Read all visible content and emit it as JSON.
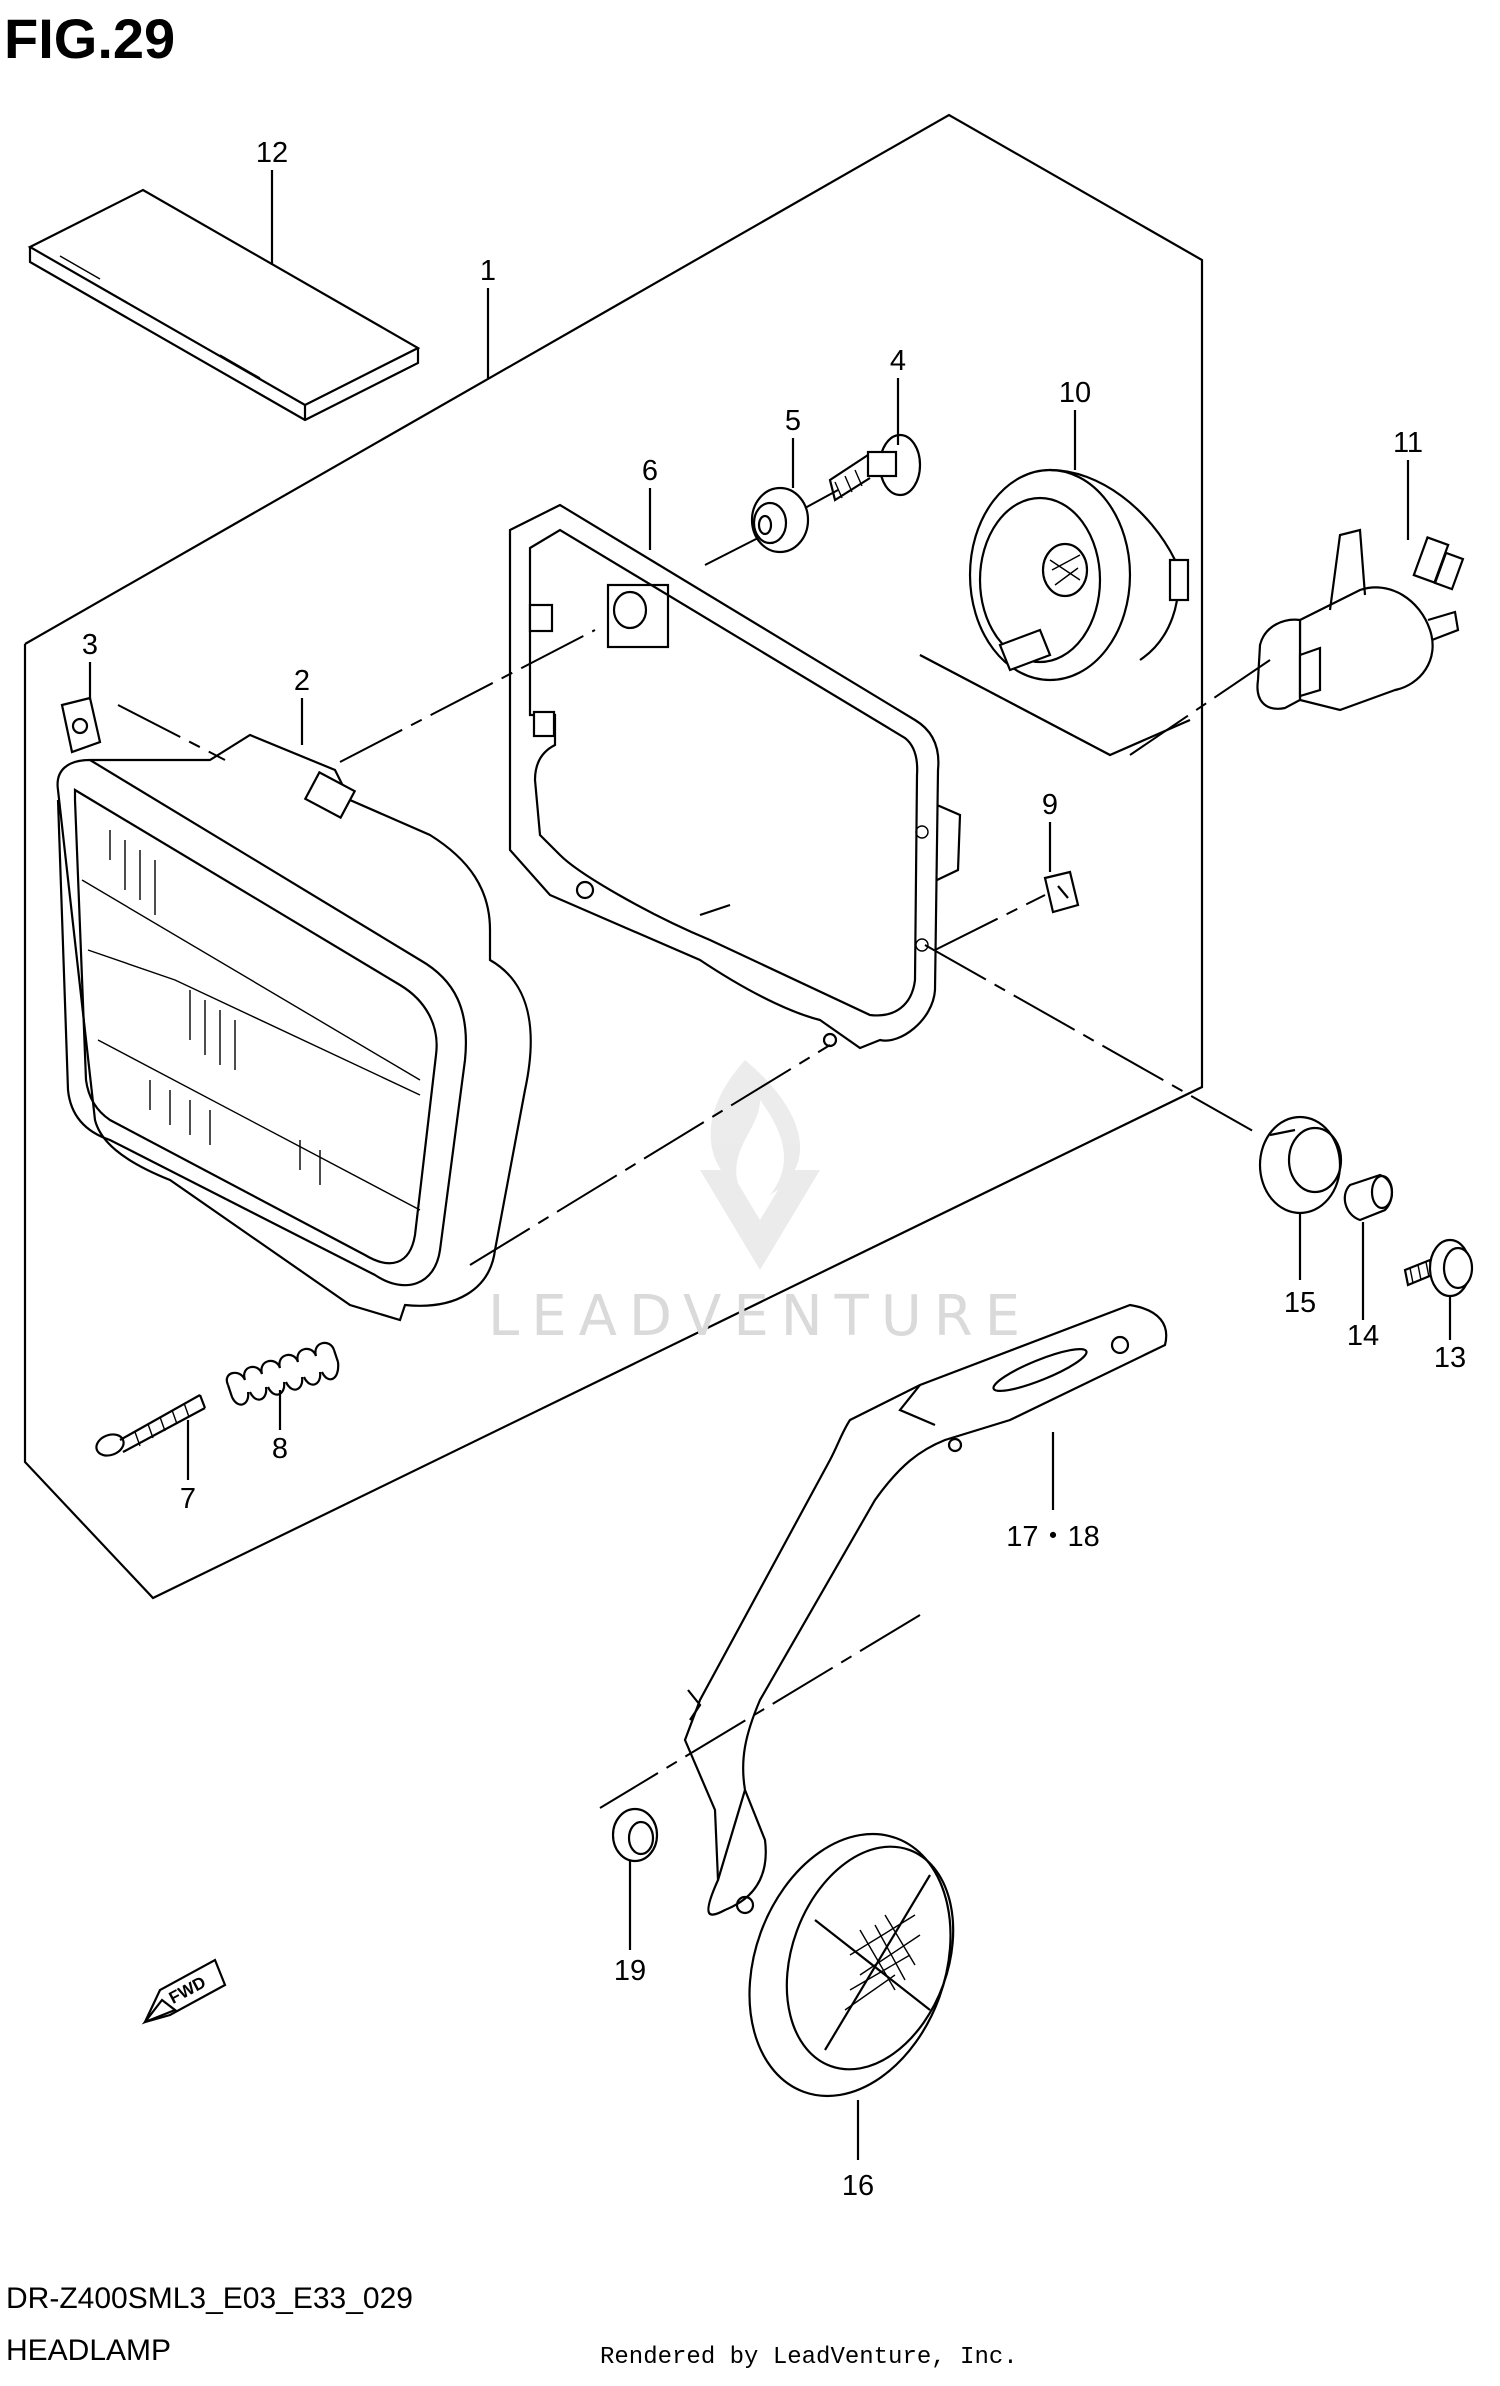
{
  "figure": {
    "title": "FIG.29",
    "model_code": "DR-Z400SML3_E03_E33_029",
    "name": "HEADLAMP",
    "rendered_by": "Rendered by LeadVenture, Inc."
  },
  "watermark": {
    "text": "LEADVENTURE"
  },
  "fwd_label": "FWD",
  "callouts": [
    {
      "id": "c1",
      "label": "1"
    },
    {
      "id": "c2",
      "label": "2"
    },
    {
      "id": "c3",
      "label": "3"
    },
    {
      "id": "c4",
      "label": "4"
    },
    {
      "id": "c5",
      "label": "5"
    },
    {
      "id": "c6",
      "label": "6"
    },
    {
      "id": "c7",
      "label": "7"
    },
    {
      "id": "c8",
      "label": "8"
    },
    {
      "id": "c9",
      "label": "9"
    },
    {
      "id": "c10",
      "label": "10"
    },
    {
      "id": "c11",
      "label": "11"
    },
    {
      "id": "c12",
      "label": "12"
    },
    {
      "id": "c13",
      "label": "13"
    },
    {
      "id": "c14",
      "label": "14"
    },
    {
      "id": "c15",
      "label": "15"
    },
    {
      "id": "c16",
      "label": "16"
    },
    {
      "id": "c17",
      "label": "17・18"
    },
    {
      "id": "c19",
      "label": "19"
    }
  ]
}
